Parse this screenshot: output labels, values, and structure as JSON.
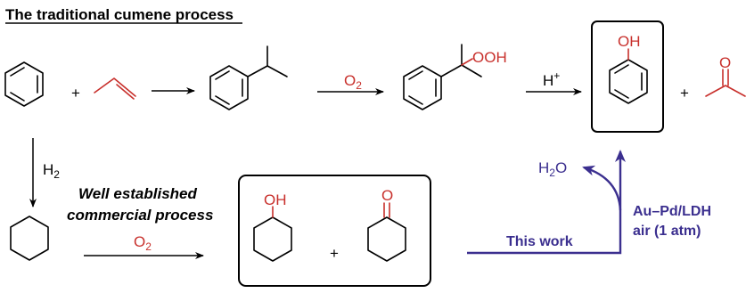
{
  "title": "The traditional cumene process",
  "plus": "+",
  "reagents": {
    "o2": "O",
    "o2_sub": "2",
    "h_plus": "H",
    "h_plus_sup": "+",
    "h2": "H",
    "h2_sub": "2"
  },
  "labels": {
    "ooh": "OOH",
    "oh": "OH",
    "o": "O",
    "well_established_1": "Well established",
    "well_established_2": "commercial process",
    "this_work": "This work",
    "catalyst_1": "Au–Pd/LDH",
    "catalyst_2": "air (1 atm)",
    "water_h": "H",
    "water_sub": "2",
    "water_o": "O"
  },
  "colors": {
    "red": "#c8302c",
    "blue": "#3b2f8f",
    "black": "#000000"
  }
}
